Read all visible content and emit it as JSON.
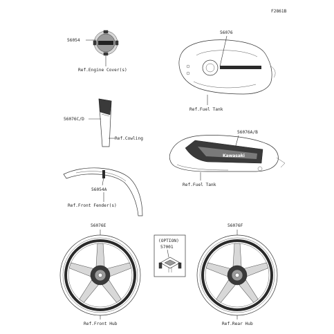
{
  "figure_id": "F2861B",
  "labels": {
    "p56054": "56054",
    "ref_engine_cover": "Ref.Engine Cover(s)",
    "p56076": "56076",
    "ref_fuel_tank_1": "Ref.Fuel Tank",
    "p56076cd": "56076C/D",
    "ref_cowling": "Ref.Cowling",
    "p56076ab": "56076A/B",
    "ref_fuel_tank_2": "Ref.Fuel Tank",
    "p56054a": "56054A",
    "ref_front_fender": "Ref.Front Fender(s)",
    "p56076e": "56076E",
    "option": "(OPTION)",
    "p57001": "57001",
    "p56076f": "56076F",
    "ref_front_hub": "Ref.Front Hub",
    "ref_rear_hub": "Ref.Rear Hub"
  },
  "emblem_text": "Kawasaki",
  "colors": {
    "line": "#333333",
    "dark_fill": "#3a3a3a",
    "light_fill": "#d8d8d8"
  }
}
